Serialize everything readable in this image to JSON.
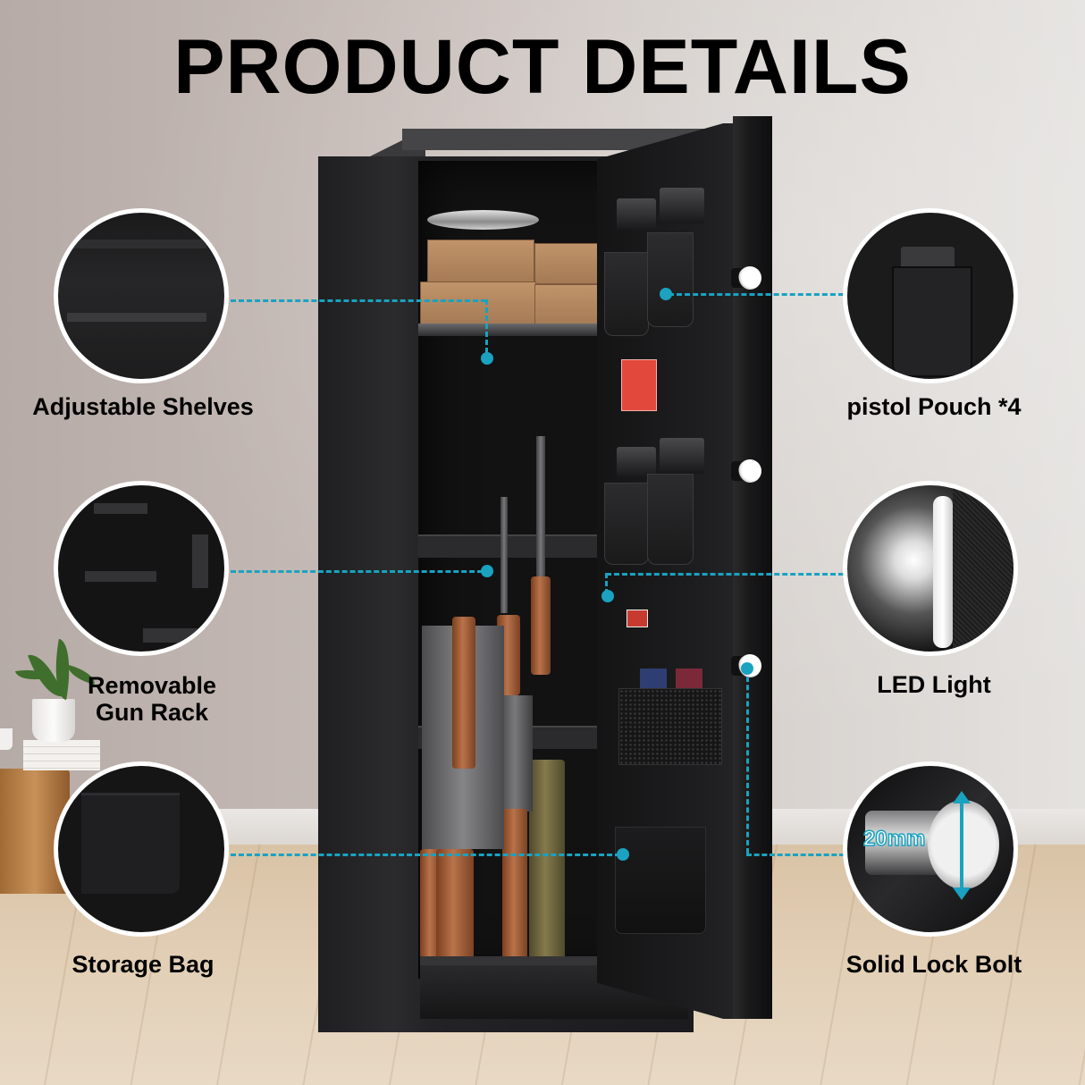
{
  "title": "PRODUCT DETAILS",
  "accent_color": "#1aa2c0",
  "callouts": [
    {
      "id": "adjustable-shelves",
      "label": "Adjustable Shelves",
      "side": "left"
    },
    {
      "id": "removable-gun-rack",
      "label_line1": "Removable",
      "label_line2": "Gun Rack",
      "side": "left"
    },
    {
      "id": "storage-bag",
      "label": "Storage Bag",
      "side": "left"
    },
    {
      "id": "pistol-pouch",
      "label": "pistol Pouch *4",
      "side": "right"
    },
    {
      "id": "led-light",
      "label": "LED Light",
      "side": "right"
    },
    {
      "id": "solid-lock-bolt",
      "label": "Solid Lock Bolt",
      "side": "right",
      "dimension": "20mm"
    }
  ],
  "icons": {
    "connector": "dashed-line-with-dot",
    "dimension": "double-headed-arrow-icon"
  }
}
